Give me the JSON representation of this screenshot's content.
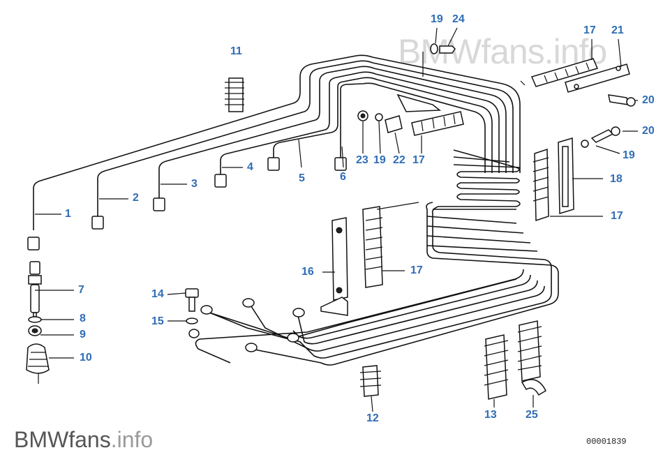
{
  "diagram": {
    "watermark_top": "BMWfans.info",
    "watermark_bottom_brand": "BMWfans",
    "watermark_bottom_suffix": ".info",
    "document_number": "00001839",
    "label_color": "#2f6db5",
    "callouts": {
      "c1": "1",
      "c2": "2",
      "c3": "3",
      "c4": "4",
      "c5": "5",
      "c6": "6",
      "c7": "7",
      "c8": "8",
      "c9": "9",
      "c10": "10",
      "c11": "11",
      "c12": "12",
      "c13": "13",
      "c14": "14",
      "c15": "15",
      "c16": "16",
      "c17a": "17",
      "c17b": "17",
      "c17c": "17",
      "c17d": "17",
      "c18": "18",
      "c19a": "19",
      "c19b": "19",
      "c19c": "19",
      "c20a": "20",
      "c20b": "20",
      "c21": "21",
      "c22": "22",
      "c23": "23",
      "c24": "24",
      "c25": "25"
    }
  }
}
